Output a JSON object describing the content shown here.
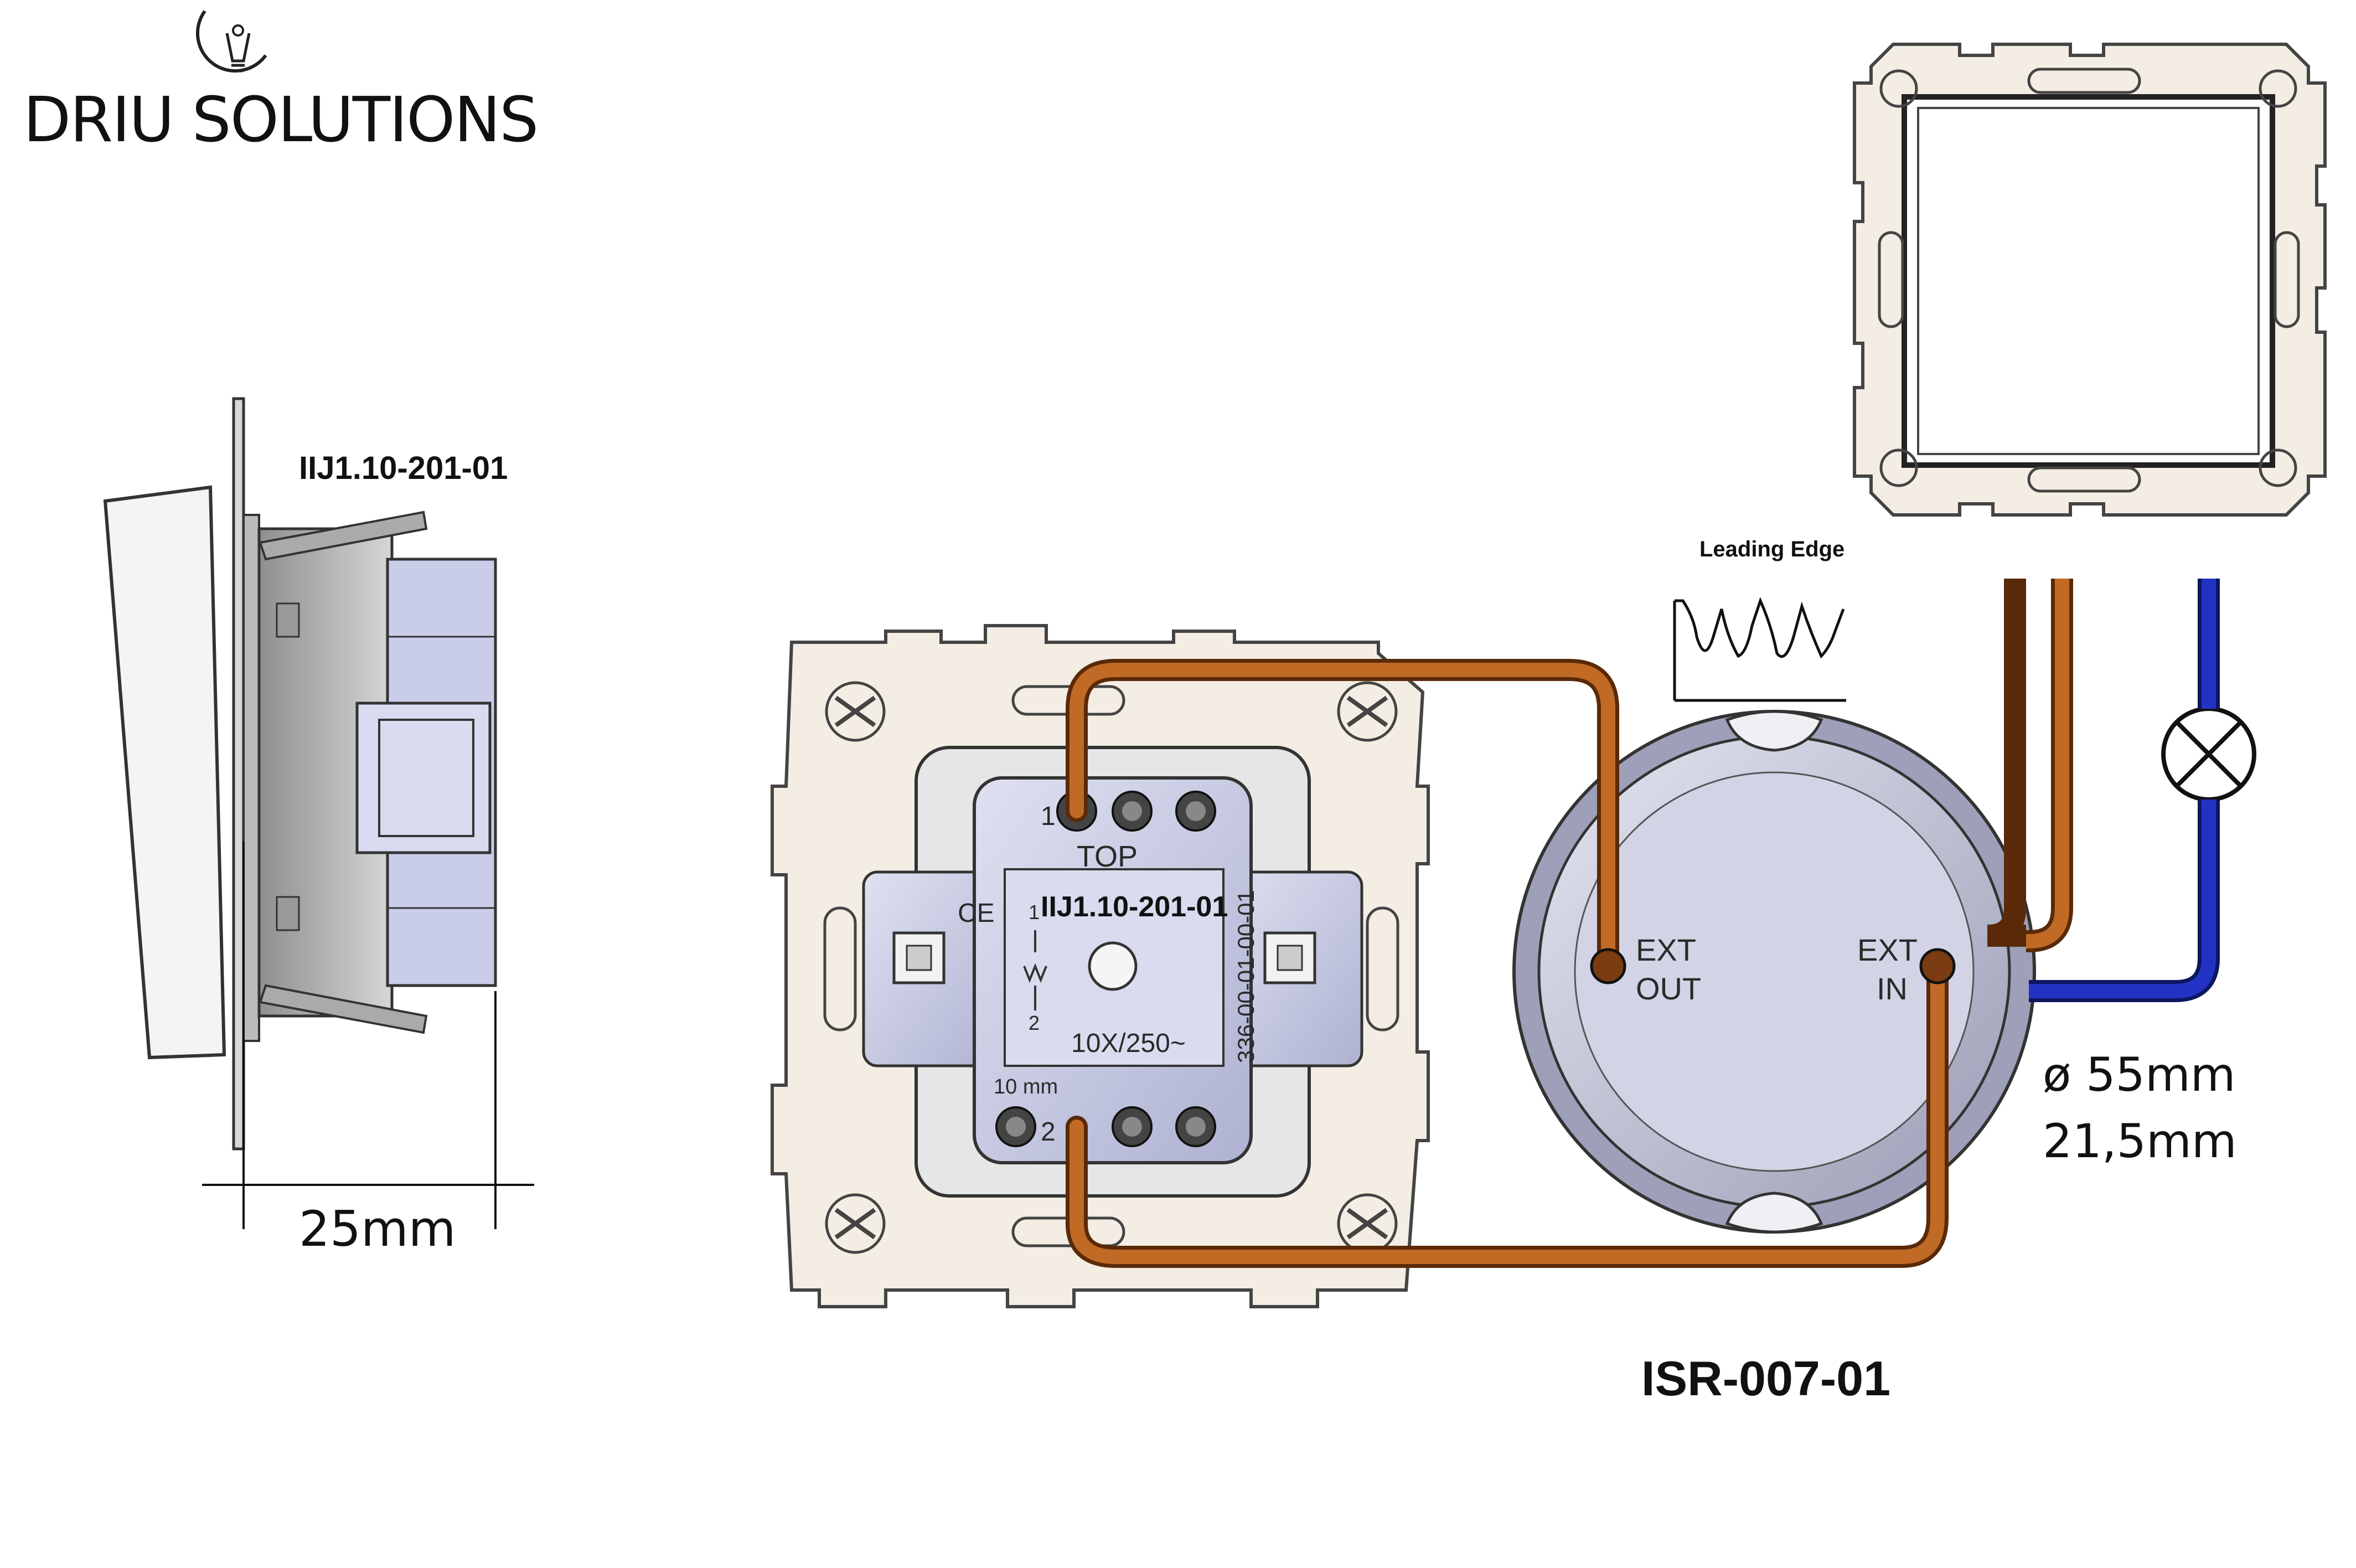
{
  "brand": {
    "name": "DRIU SOLUTIONS"
  },
  "side_view": {
    "model": "IIJ1.10-201-01",
    "depth_label": "25mm"
  },
  "switch_module": {
    "model": "IIJ1.10-201-01",
    "terminal_1": "1",
    "terminal_2": "2",
    "top_label": "TOP",
    "rating": "10X/250~",
    "strip_length": "10 mm",
    "code": "336-00-01-00-01",
    "circuit_1": "1",
    "circuit_2": "2",
    "ce_mark": "CE"
  },
  "dimmer": {
    "model": "ISR-007-01",
    "ext_out_line1": "EXT",
    "ext_out_line2": "OUT",
    "ext_in_line1": "EXT",
    "ext_in_line2": "IN",
    "diameter": "ø 55mm",
    "height": "21,5mm"
  },
  "waveform": {
    "label": "Leading Edge"
  },
  "colors": {
    "wire_brown": "#b8621f",
    "wire_blue": "#1a2fb0",
    "plate": "#f3ede4",
    "module": "#c7cbe6",
    "dimmer_body": "#c5c8dc"
  },
  "icons": {
    "logo": "lightbulb-icon",
    "lamp": "lamp-symbol-icon"
  }
}
